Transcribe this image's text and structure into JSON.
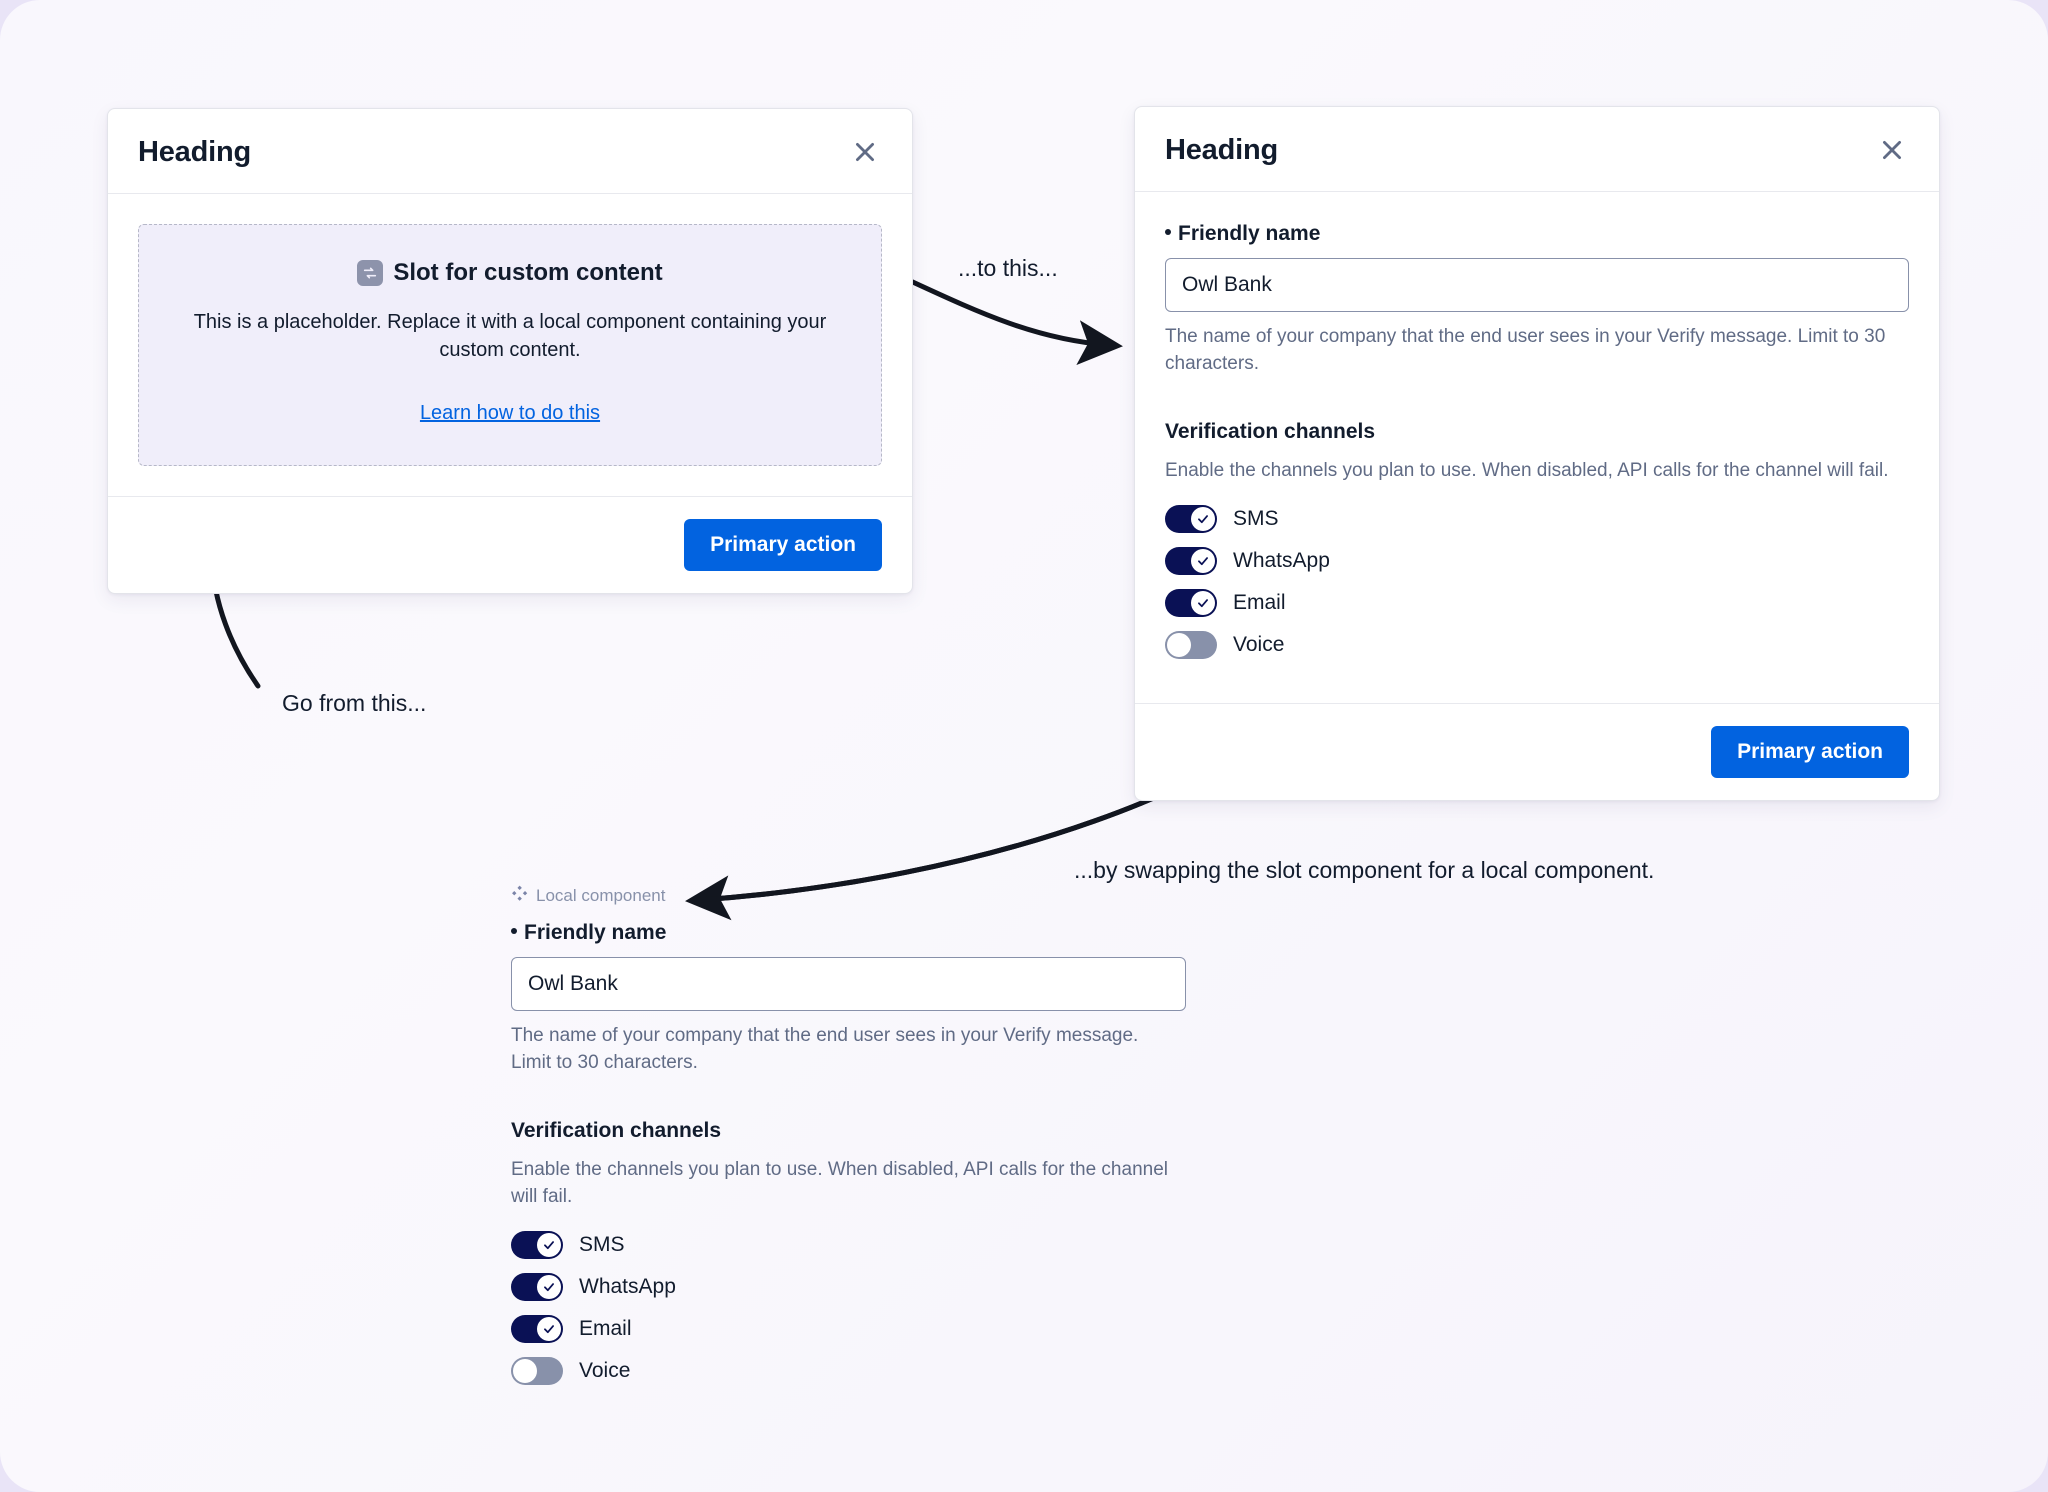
{
  "theme": {
    "canvas_bg": "#f9f7fd",
    "page_bg": "#e9e4f7",
    "primary_blue": "#0263e0",
    "toggle_on": "#0a1155",
    "toggle_off": "#8891aa",
    "text": "#121c2d",
    "muted_text": "#606b85",
    "slot_bg": "#f0eefa",
    "slot_border": "#b6b8c8"
  },
  "slot_card": {
    "heading": "Heading",
    "close_icon": "close-icon",
    "slot": {
      "icon": "slot-swap-icon",
      "title": "Slot for custom content",
      "description": "This is a placeholder. Replace it with a local component containing your custom content.",
      "link_label": "Learn how to do this"
    },
    "footer": {
      "primary_label": "Primary action"
    }
  },
  "form_card": {
    "heading": "Heading",
    "close_icon": "close-icon",
    "friendly_name": {
      "label": "Friendly name",
      "required": true,
      "value": "Owl Bank",
      "placeholder": "Owl Bank",
      "help": "The name of your company that the end user sees in your Verify message. Limit to 30 characters."
    },
    "verification_channels": {
      "title": "Verification channels",
      "description": "Enable the channels you plan to use. When disabled, API calls for the channel will fail.",
      "channels": [
        {
          "label": "SMS",
          "enabled": true
        },
        {
          "label": "WhatsApp",
          "enabled": true
        },
        {
          "label": "Email",
          "enabled": true
        },
        {
          "label": "Voice",
          "enabled": false
        }
      ]
    },
    "footer": {
      "primary_label": "Primary action"
    }
  },
  "local_component": {
    "badge": {
      "icon": "component-diamond-icon",
      "label": "Local component"
    },
    "friendly_name": {
      "label": "Friendly name",
      "required": true,
      "value": "Owl Bank",
      "placeholder": "Owl Bank",
      "help": "The name of your company that the end user sees in your Verify message. Limit to 30 characters."
    },
    "verification_channels": {
      "title": "Verification channels",
      "description": "Enable the channels you plan to use. When disabled, API calls for the channel will fail.",
      "channels": [
        {
          "label": "SMS",
          "enabled": true
        },
        {
          "label": "WhatsApp",
          "enabled": true
        },
        {
          "label": "Email",
          "enabled": true
        },
        {
          "label": "Voice",
          "enabled": false
        }
      ]
    }
  },
  "annotations": {
    "from": "Go from this...",
    "to": "...to this...",
    "swap": "...by swapping the slot component for a local component."
  }
}
